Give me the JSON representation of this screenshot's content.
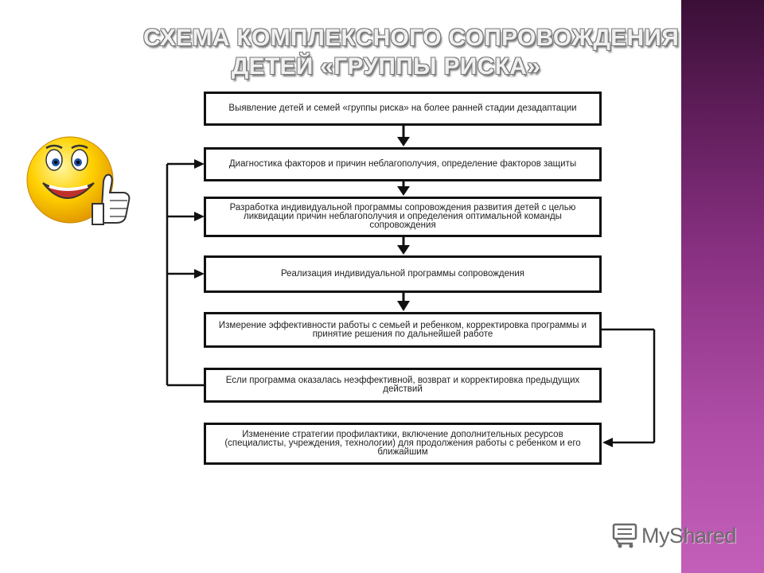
{
  "title": {
    "line1": "СХЕМА КОМПЛЕКСНОГО СОПРОВОЖДЕНИЯ",
    "line2": "ДЕТЕЙ «ГРУППЫ РИСКА»"
  },
  "flow": {
    "steps": [
      "Выявление детей и семей «группы риска» на более ранней стадии дезадаптации",
      "Диагностика факторов и причин неблагополучия, определение факторов защиты",
      "Разработка индивидуальной программы сопровождения развития детей с целью ликвидации причин неблагополучия и определения оптимальной команды сопровождения",
      "Реализация индивидуальной программы сопровождения",
      "Измерение эффективности работы с семьей и ребенком, корректировка программы и принятие решения по дальнейшей работе",
      "Если программа оказалась неэффективной, возврат и корректировка предыдущих действий",
      "Изменение стратегии профилактики, включение дополнительных ресурсов (специалисты, учреждения, технологии) для продолжения работы с ребенком и его ближайшим"
    ]
  },
  "logo": {
    "text": "MyShared",
    "icon": "shopping-cart-icon"
  },
  "decorations": {
    "smiley": "smiley-thumbs-up-icon"
  },
  "colors": {
    "side_band": "#8a3183",
    "title_text": "#f1f1f1",
    "box_border": "#111111",
    "arrow": "#111111"
  }
}
